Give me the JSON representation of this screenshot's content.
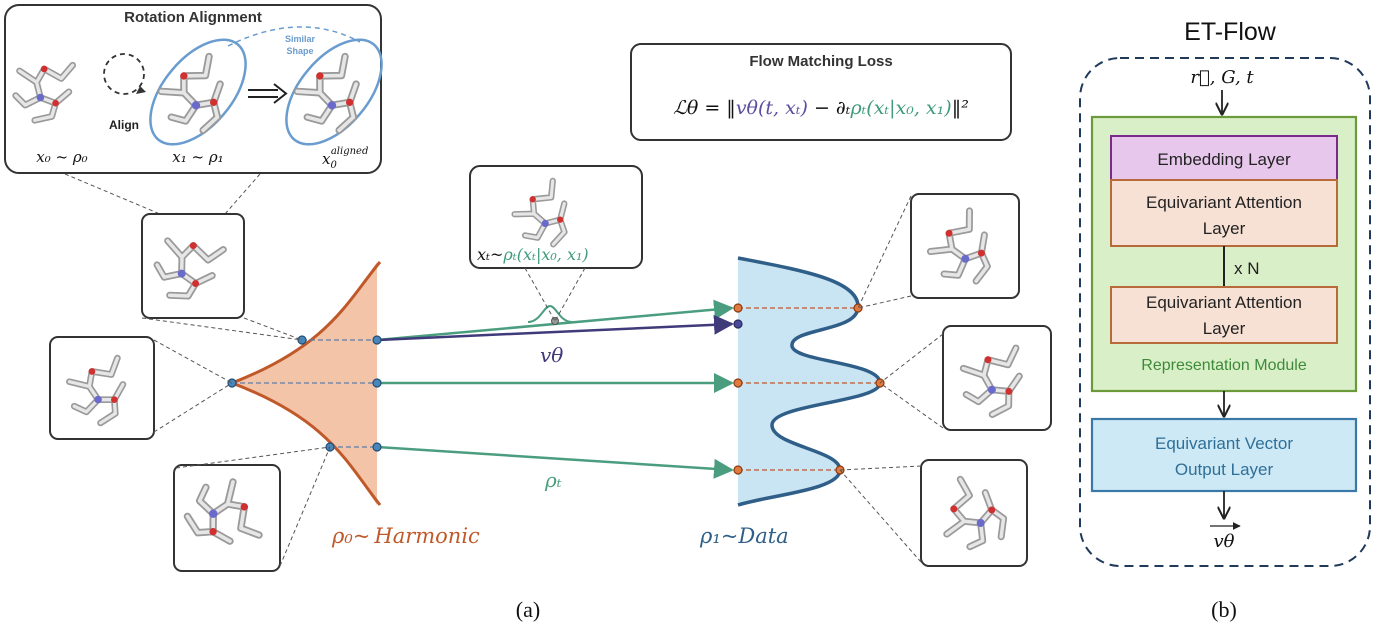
{
  "panel_a": {
    "caption": "(a)",
    "rotation_alignment": {
      "title": "Rotation Alignment",
      "align_label": "Align",
      "similar_label_1": "Similar",
      "similar_label_2": "Shape",
      "x0_label": "x₀ ~ ρ₀",
      "x1_label": "x₁ ~ ρ₁",
      "x0_aligned_base": "x",
      "x0_aligned_sub": "0",
      "x0_aligned_sup": "aligned"
    },
    "flow_matching": {
      "title": "Flow Matching Loss",
      "loss_lhs": "ℒθ = ‖",
      "loss_v": "vθ(t, xₜ)",
      "loss_mid": " − ∂ₜ",
      "loss_rho": "ρₜ(xₜ|x₀, x₁)",
      "loss_end": "‖²"
    },
    "xt": {
      "prefix": "xₜ~",
      "rho": "ρₜ(xₜ|x₀, x₁)"
    },
    "v_theta_label": "vθ",
    "rho_t_label": "ρₜ",
    "harmonic_label_sym": "ρ₀~",
    "harmonic_label_word": "Harmonic",
    "data_label_sym": "ρ₁~",
    "data_label_word": "Data"
  },
  "panel_b": {
    "caption": "(b)",
    "title": "ET-Flow",
    "input_label": "r⃗, G, t",
    "embedding_layer": "Embedding Layer",
    "attention_layer_1_line1": "Equivariant Attention",
    "attention_layer_1_line2": "Layer",
    "repeat_label": "x N",
    "attention_layer_2_line1": "Equivariant Attention",
    "attention_layer_2_line2": "Layer",
    "representation_module": "Representation Module",
    "output_layer_line1": "Equivariant Vector",
    "output_layer_line2": "Output Layer",
    "output_label": "vθ"
  },
  "colors": {
    "harmonic": "#c0592a",
    "harmonic_fill": "#f4c4a8",
    "data": "#2f5f88",
    "data_fill": "#c9e4f3",
    "flow_green": "#4a9e7f",
    "v_theta_purple": "#3f3a7a",
    "loss_purple": "#5a4e9e",
    "loss_green": "#3f9b7a",
    "embedding_fill": "#e8c7ec",
    "embedding_border": "#7a2a8a",
    "attention_fill": "#f7e1d4",
    "attention_border": "#b86a3a",
    "module_fill": "#d9efc8",
    "module_border": "#6a9a3a",
    "module_text": "#3f8a3a",
    "output_fill": "#cde9f5",
    "output_border": "#3a78a8"
  }
}
